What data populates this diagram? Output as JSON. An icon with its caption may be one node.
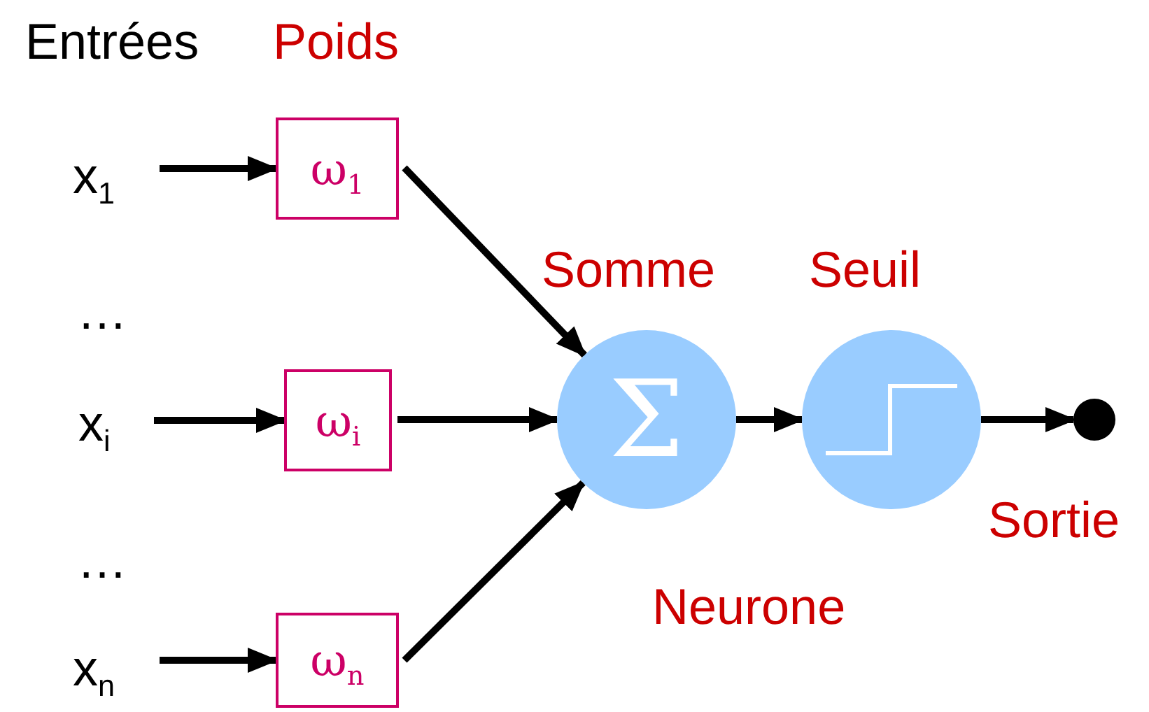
{
  "diagram": {
    "nodes": [
      {
        "text": [
          "x$_{1}$"
        ]
      },
      {
        "text": [
          "ω$_{1}$"
        ]
      },
      {
        "text": [
          "x$_{i}$"
        ]
      },
      {
        "text": [
          "ω$_{i}$"
        ]
      },
      {
        "text": [
          "x$_{n}$"
        ]
      },
      {
        "text": [
          "ω$_{n}$"
        ]
      },
      {
        "text": [
          "Σ"
        ],
        "beside": [
          "Somme"
        ]
      },
      {
        "text": [],
        "shape": "circle",
        "beside": [
          "Seuil"
        ]
      },
      {
        "text": [],
        "shape": "circle"
      }
    ],
    "edges": [
      {
        "from": 0,
        "to": 1,
        "arrow": "to"
      },
      {
        "from": 2,
        "to": 3,
        "arrow": "to"
      },
      {
        "from": 4,
        "to": 5,
        "arrow": "to"
      },
      {
        "from": 1,
        "to": 6,
        "arrow": "to"
      },
      {
        "from": 3,
        "to": 6,
        "arrow": "to"
      },
      {
        "from": 5,
        "to": 6,
        "arrow": "to"
      },
      {
        "from": 6,
        "to": 7,
        "arrow": "to"
      },
      {
        "from": 7,
        "to": 8,
        "arrow": "to"
      }
    ],
    "labels": [
      "Entrées",
      "Poids",
      "…",
      "Sortie",
      "…",
      "Neurone"
    ]
  }
}
